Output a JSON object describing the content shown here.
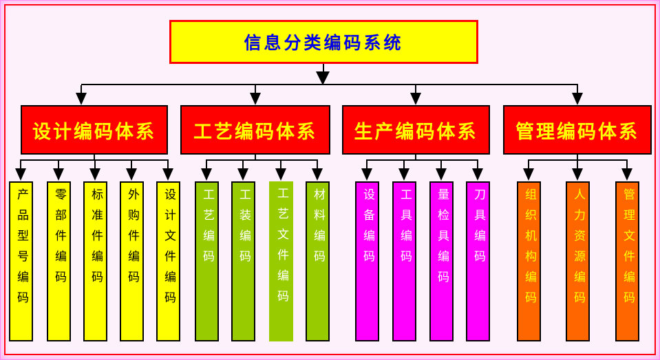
{
  "diagram": {
    "title": "信息分类编码系统",
    "branches": [
      {
        "label": "设计编码体系",
        "children": [
          "产品型号编码",
          "零部件编码",
          "标准件编码",
          "外购件编码",
          "设计文件编码"
        ]
      },
      {
        "label": "工艺编码体系",
        "children": [
          "工艺编码",
          "工装编码",
          "工艺文件编码",
          "材料编码"
        ]
      },
      {
        "label": "生产编码体系",
        "children": [
          "设备编码",
          "工具编码",
          "量检具编码",
          "刀具编码"
        ]
      },
      {
        "label": "管理编码体系",
        "children": [
          "组织机构编码",
          "人力资源编码",
          "管理文件编码"
        ]
      }
    ],
    "colors": {
      "page_background": "#fdf2fc",
      "outer_glow": "#ffaaf2",
      "frame_border": "#ff0010",
      "root_background": "#ffff00",
      "root_border": "#ff0000",
      "root_text": "#0000e6",
      "branch_background": "#ff0000",
      "branch_text": "#ffff00",
      "leaf_backgrounds": [
        "#ffff00",
        "#99cc00",
        "#ff00ff",
        "#ff6600"
      ],
      "leaf_texts": [
        "#000000",
        "#ffffff",
        "#ffffff",
        "#ffff00"
      ],
      "connector": "#000000"
    }
  }
}
